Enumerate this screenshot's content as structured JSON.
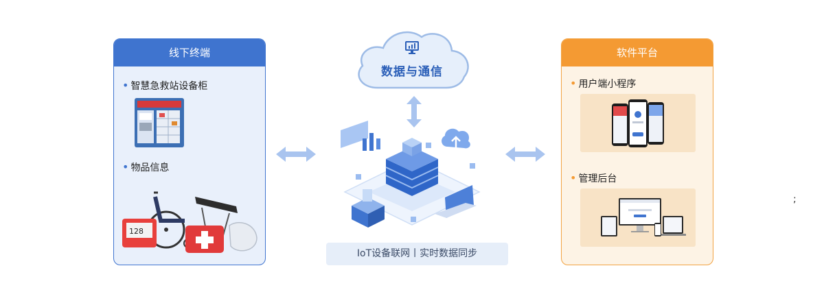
{
  "left_panel": {
    "title": "线下终端",
    "items": [
      {
        "label": "智慧急救站设备柜"
      },
      {
        "label": "物品信息"
      }
    ]
  },
  "center": {
    "cloud_title": "数据与通信",
    "caption": "IoT设备联网丨实时数据同步"
  },
  "right_panel": {
    "title": "软件平台",
    "items": [
      {
        "label": "用户端小程序"
      },
      {
        "label": "管理后台"
      }
    ]
  },
  "stray_mark": ";",
  "colors": {
    "blue_primary": "#3f74cf",
    "blue_light": "#e9f0fb",
    "orange_primary": "#f49a33",
    "orange_light": "#fdf3e5",
    "arrow": "#a9c4ef"
  }
}
